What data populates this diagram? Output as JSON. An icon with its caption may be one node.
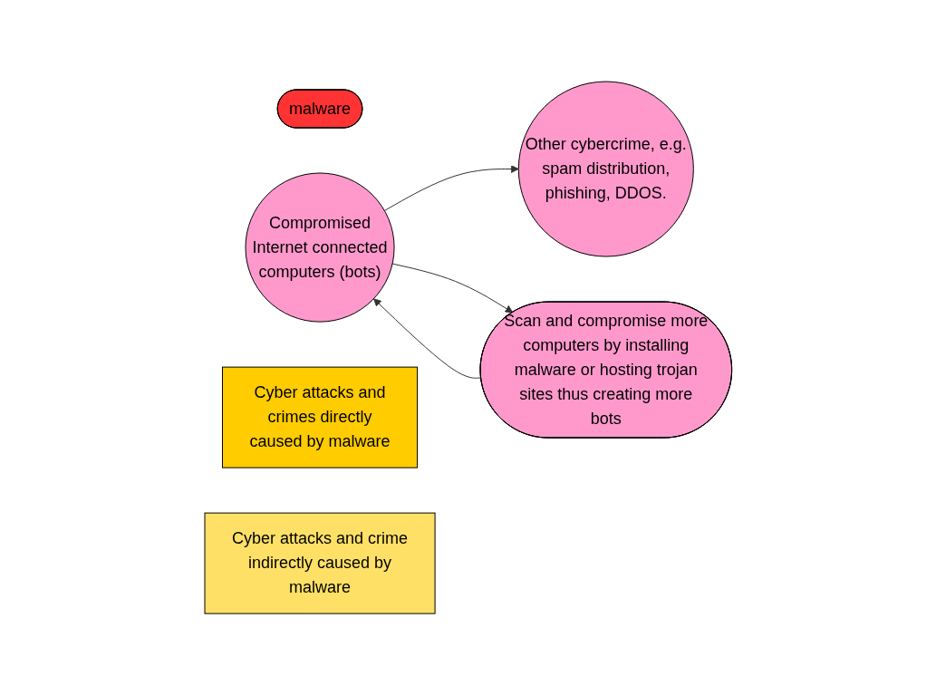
{
  "diagram": {
    "nodes": [
      {
        "text": [
          "malware"
        ]
      },
      {
        "text": [
          "Compromised Internet connected computers (bots)"
        ]
      },
      {
        "text": [
          "Other cybercrime, e.g. spam distribution, phishing, DDOS."
        ]
      },
      {
        "text": [
          "Scan and compromise more computers by installing malware or hosting trojan sites thus creating more bots"
        ]
      },
      {
        "text": [
          "Cyber attacks and crimes directly caused by malware"
        ]
      },
      {
        "text": [
          "Cyber attacks and crime indirectly caused by malware"
        ]
      }
    ],
    "edges": [
      {
        "from": 3,
        "to": 1,
        "arrow": "to"
      },
      {
        "from": 1,
        "to": 2,
        "arrow": "to"
      },
      {
        "from": 1,
        "to": 3,
        "arrow": "to"
      }
    ]
  }
}
